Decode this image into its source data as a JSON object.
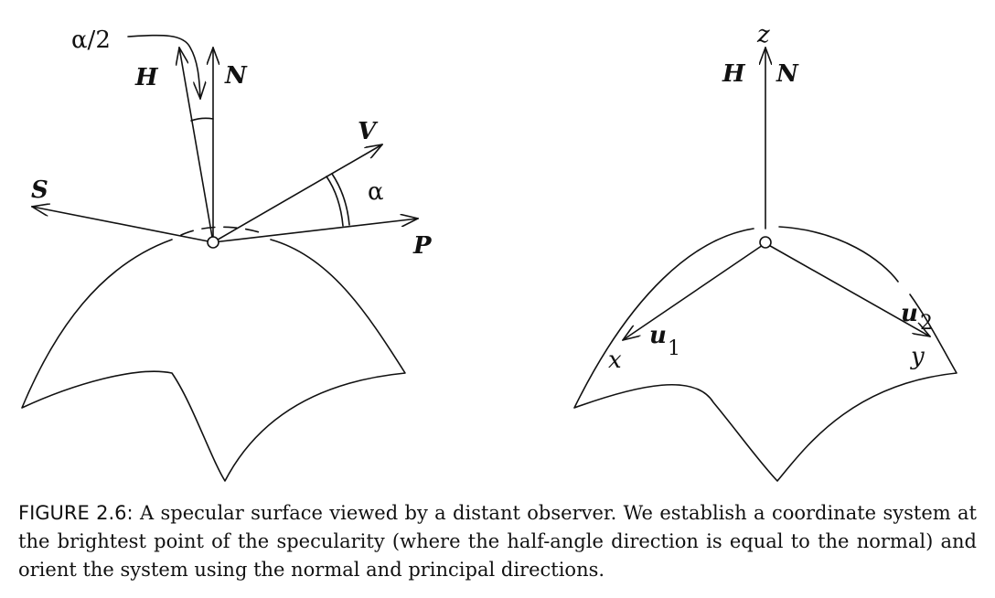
{
  "left_diagram": {
    "labels": {
      "half_angle": "α/2",
      "H": "H",
      "N": "N",
      "V": "V",
      "S": "S",
      "P": "P",
      "alpha": "α"
    }
  },
  "right_diagram": {
    "labels": {
      "z": "z",
      "H": "H",
      "N": "N",
      "u1": "u",
      "u1_sub": "1",
      "u2": "u",
      "u2_sub": "2",
      "x": "x",
      "y": "y"
    }
  },
  "caption": {
    "label": "FIGURE 2.6:",
    "text": " A specular surface viewed by a distant observer. We establish a coordinate system at the brightest point of the specularity (where the half-angle direction is equal to the normal) and orient the system using the normal and principal directions."
  }
}
